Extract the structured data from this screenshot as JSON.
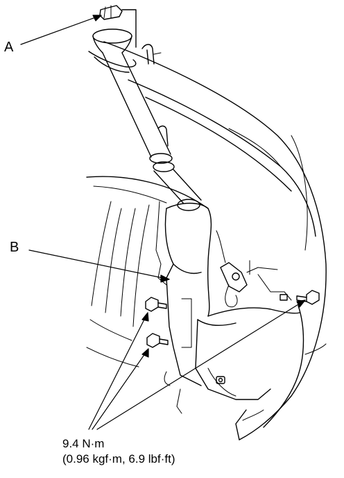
{
  "callouts": {
    "a": "A",
    "b": "B"
  },
  "torque": {
    "line1": "9.4 N·m",
    "line2": "(0.96 kgf·m, 6.9 lbf·ft)"
  },
  "colors": {
    "ink": "#000000",
    "background": "#ffffff"
  }
}
